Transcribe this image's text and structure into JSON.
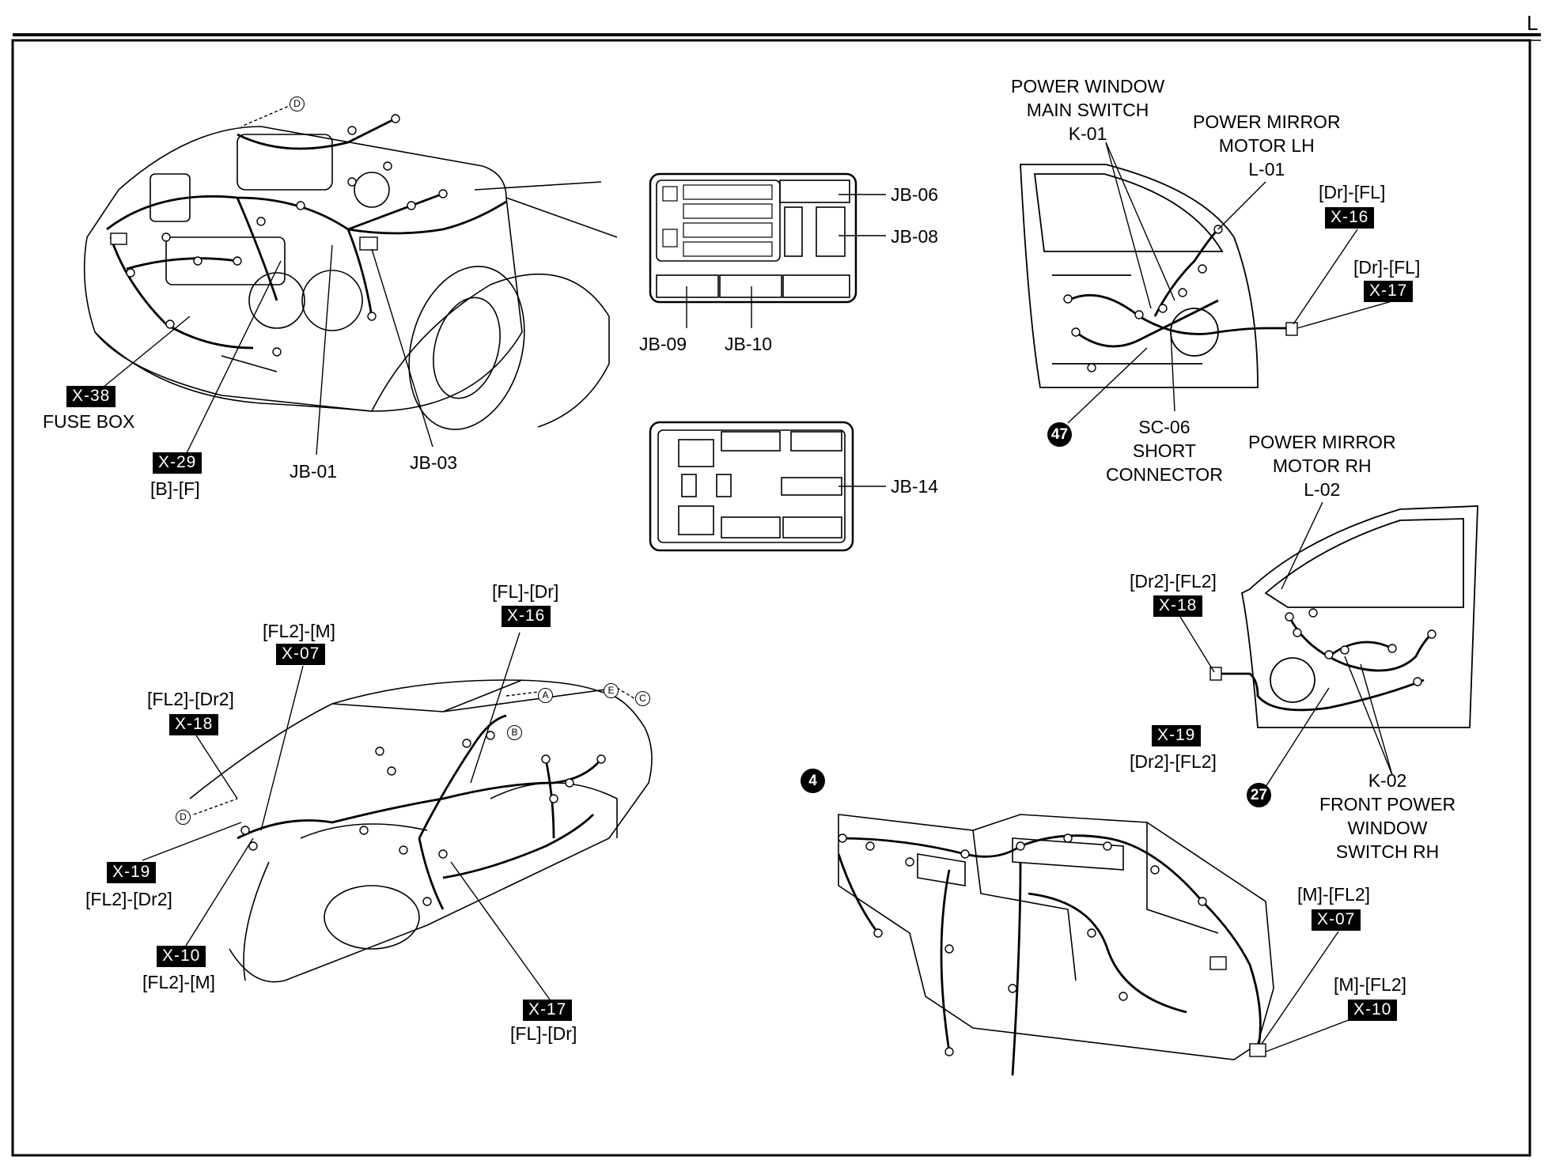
{
  "corner_label": "L",
  "engine_bay": {
    "tags": {
      "x38": "X-38",
      "x29": "X-29"
    },
    "labels": {
      "fuse_box": "FUSE BOX",
      "b_f": "[B]-[F]",
      "jb01": "JB-01",
      "jb03": "JB-03"
    },
    "ref_d": "D"
  },
  "junction_box_upper": {
    "jb06": "JB-06",
    "jb08": "JB-08",
    "jb09": "JB-09",
    "jb10": "JB-10"
  },
  "junction_box_lower": {
    "jb14": "JB-14"
  },
  "front_door_lh": {
    "pw_main_switch": [
      "POWER WINDOW",
      "MAIN SWITCH",
      "K-01"
    ],
    "mirror_lh": [
      "POWER MIRROR",
      "MOTOR LH",
      "L-01"
    ],
    "dr_fl_1": "[Dr]-[FL]",
    "x16": "X-16",
    "dr_fl_2": "[Dr]-[FL]",
    "x17": "X-17",
    "circle_47": "47",
    "short_connector": [
      "SC-06",
      "SHORT",
      "CONNECTOR"
    ]
  },
  "front_door_rh": {
    "mirror_rh": [
      "POWER MIRROR",
      "MOTOR RH",
      "L-02"
    ],
    "dr2_fl2_1": "[Dr2]-[FL2]",
    "x18": "X-18",
    "x19": "X-19",
    "dr2_fl2_2": "[Dr2]-[FL2]",
    "circle_27": "27",
    "k02": [
      "K-02",
      "FRONT POWER",
      "WINDOW",
      "SWITCH RH"
    ]
  },
  "body_harness": {
    "fl_dr_1": "[FL]-[Dr]",
    "x16": "X-16",
    "fl2_m": "[FL2]-[M]",
    "x07": "X-07",
    "fl2_dr2_1": "[FL2]-[Dr2]",
    "x18": "X-18",
    "x19": "X-19",
    "fl2_dr2_2": "[FL2]-[Dr2]",
    "x10": "X-10",
    "fl2_m_2": "[FL2]-[M]",
    "x17": "X-17",
    "fl_dr_2": "[FL]-[Dr]",
    "refs": {
      "a": "A",
      "b": "B",
      "c": "C",
      "d": "D",
      "e": "E"
    }
  },
  "dashboard": {
    "circle_4": "4",
    "m_fl2_1": "[M]-[FL2]",
    "x07": "X-07",
    "m_fl2_2": "[M]-[FL2]",
    "x10": "X-10"
  }
}
